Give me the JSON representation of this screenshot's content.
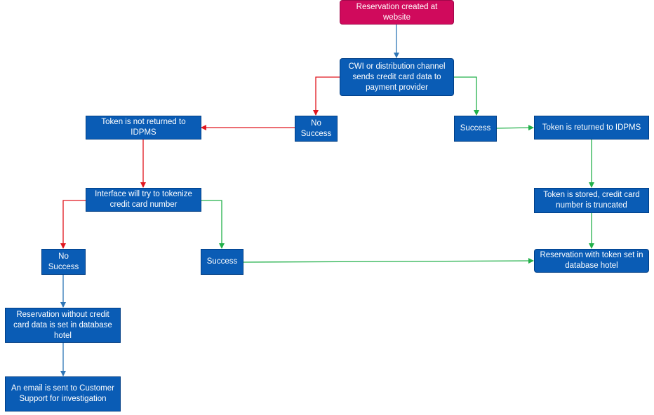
{
  "colors": {
    "node_fill": "#0a5cb5",
    "node_border": "#003e86",
    "start_fill": "#d00a5c",
    "edge_blue": "#2e75b6",
    "edge_red": "#e0161e",
    "edge_green": "#22b04a"
  },
  "nodes": {
    "start": "Reservation created at website",
    "cwi": "CWI or distribution channel sends credit card data to payment provider",
    "no_success_1": "No Success",
    "success_1": "Success",
    "token_not_returned": "Token is not returned to IDPMS",
    "token_returned": "Token is returned to IDPMS",
    "interface_tokenize": "Interface will try to tokenize credit card number",
    "token_stored": "Token is stored, credit card number is truncated",
    "no_success_2": "No Success",
    "success_2": "Success",
    "reservation_with_token": "Reservation with token set in database hotel",
    "reservation_without_cc": "Reservation without credit card data is set in database hotel",
    "email_sent": "An email is sent to Customer Support for investigation"
  }
}
